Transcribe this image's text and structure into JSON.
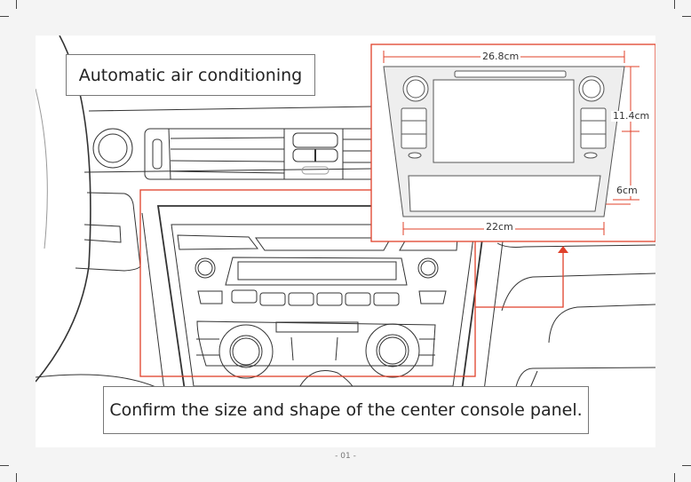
{
  "page": {
    "title": "Automatic air conditioning",
    "caption": "Confirm the size and shape of the center console panel.",
    "page_number": "- 01 -"
  },
  "dimensions": {
    "top_width": "26.8cm",
    "bottom_width": "22cm",
    "upper_height": "11.4cm",
    "lower_height": "6cm"
  },
  "colors": {
    "highlight": "#e0402a",
    "line": "#333333",
    "panel_fill": "#eeeeee"
  }
}
